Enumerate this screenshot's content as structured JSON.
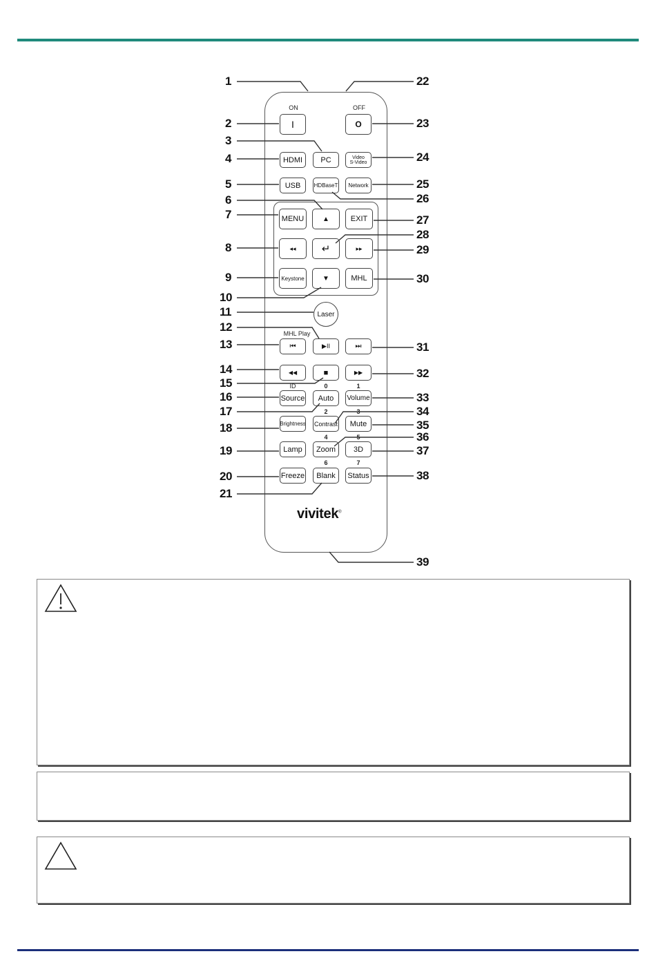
{
  "colors": {
    "top_rule": "#1f8a7c",
    "bottom_rule": "#1b2f7a"
  },
  "remote": {
    "brand": "vivitek",
    "brand_mark": "®",
    "button_labels": {
      "on": "ON",
      "on_symbol": "I",
      "off": "OFF",
      "off_symbol": "O",
      "hdmi": "HDMI",
      "pc": "PC",
      "video_line1": "Video",
      "video_line2": "S-Video",
      "usb": "USB",
      "hdbaset": "HDBaseT",
      "network": "Network",
      "menu": "MENU",
      "up": "▲",
      "exit": "EXIT",
      "left": "◂◂",
      "enter": "↵",
      "right": "▸▸",
      "keystone": "Keystone",
      "down": "▼",
      "mhl": "MHL",
      "laser": "Laser",
      "mhl_play_caption": "MHL  Play",
      "prev": "⏮",
      "play_pause": "▶II",
      "next": "⏭",
      "rewind": "◀◀",
      "stop": "■",
      "fast_forward": "▶▶",
      "id_caption": "ID",
      "source": "Source",
      "auto_caption": "0",
      "auto": "Auto",
      "volume_caption": "1",
      "volume": "Volume",
      "brightness": "Brightness",
      "contrast_caption": "2",
      "contrast": "Contrast",
      "mute_caption": "3",
      "mute": "Mute",
      "lamp": "Lamp",
      "zoom_caption": "4",
      "zoom": "Zoom",
      "three_d_caption": "5",
      "three_d": "3D",
      "freeze": "Freeze",
      "blank_caption": "6",
      "blank": "Blank",
      "status_caption": "7",
      "status": "Status"
    },
    "callouts": [
      "1",
      "2",
      "3",
      "4",
      "5",
      "6",
      "7",
      "8",
      "9",
      "10",
      "11",
      "12",
      "13",
      "14",
      "15",
      "16",
      "17",
      "18",
      "19",
      "20",
      "21",
      "22",
      "23",
      "24",
      "25",
      "26",
      "27",
      "28",
      "29",
      "30",
      "31",
      "32",
      "33",
      "34",
      "35",
      "36",
      "37",
      "38",
      "39"
    ]
  }
}
